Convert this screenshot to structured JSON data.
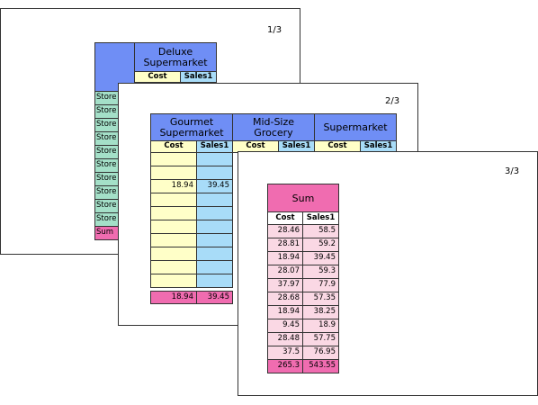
{
  "pages": {
    "p1": {
      "num": "1/3",
      "header": "Deluxe Supermarket",
      "sub": [
        "Cost",
        "Sales1"
      ],
      "row_labels": [
        "Store",
        "Store",
        "Store",
        "Store",
        "Store",
        "Store",
        "Store",
        "Store",
        "Store",
        "Store"
      ],
      "sum_label": "Sum"
    },
    "p2": {
      "num": "2/3",
      "headers": [
        "Gourmet Supermarket",
        "Mid-Size Grocery",
        "Supermarket"
      ],
      "sub": [
        "Cost",
        "Sales1",
        "Cost",
        "Sales1",
        "Cost",
        "Sales1"
      ],
      "row_value": {
        "cost": "18.94",
        "sales": "39.45"
      },
      "sum": {
        "cost": "18.94",
        "sales": "39.45"
      }
    },
    "p3": {
      "num": "3/3",
      "header": "Sum",
      "sub": [
        "Cost",
        "Sales1"
      ],
      "rows": [
        [
          "28.46",
          "58.5"
        ],
        [
          "28.81",
          "59.2"
        ],
        [
          "18.94",
          "39.45"
        ],
        [
          "28.07",
          "59.3"
        ],
        [
          "37.97",
          "77.9"
        ],
        [
          "28.68",
          "57.35"
        ],
        [
          "18.94",
          "38.25"
        ],
        [
          "9.45",
          "18.9"
        ],
        [
          "28.48",
          "57.75"
        ],
        [
          "37.5",
          "76.95"
        ]
      ],
      "total": [
        "265.3",
        "543.55"
      ]
    }
  }
}
